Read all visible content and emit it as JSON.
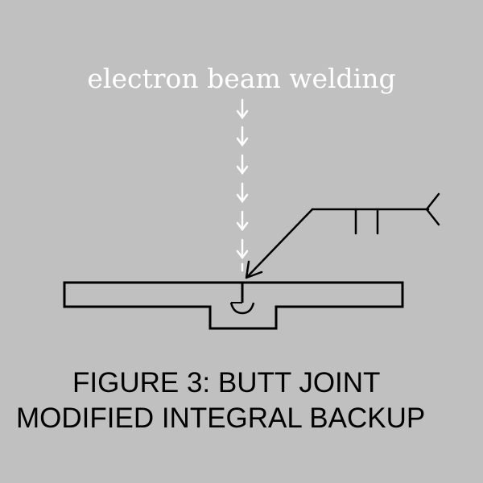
{
  "diagram": {
    "beam_label": "electron beam welding",
    "caption_line1": "FIGURE 3:  BUTT JOINT",
    "caption_line2": "MODIFIED INTEGRAL BACKUP",
    "colors": {
      "background": "#c0c0c0",
      "beam": "#ffffff",
      "lines": "#000000"
    }
  }
}
